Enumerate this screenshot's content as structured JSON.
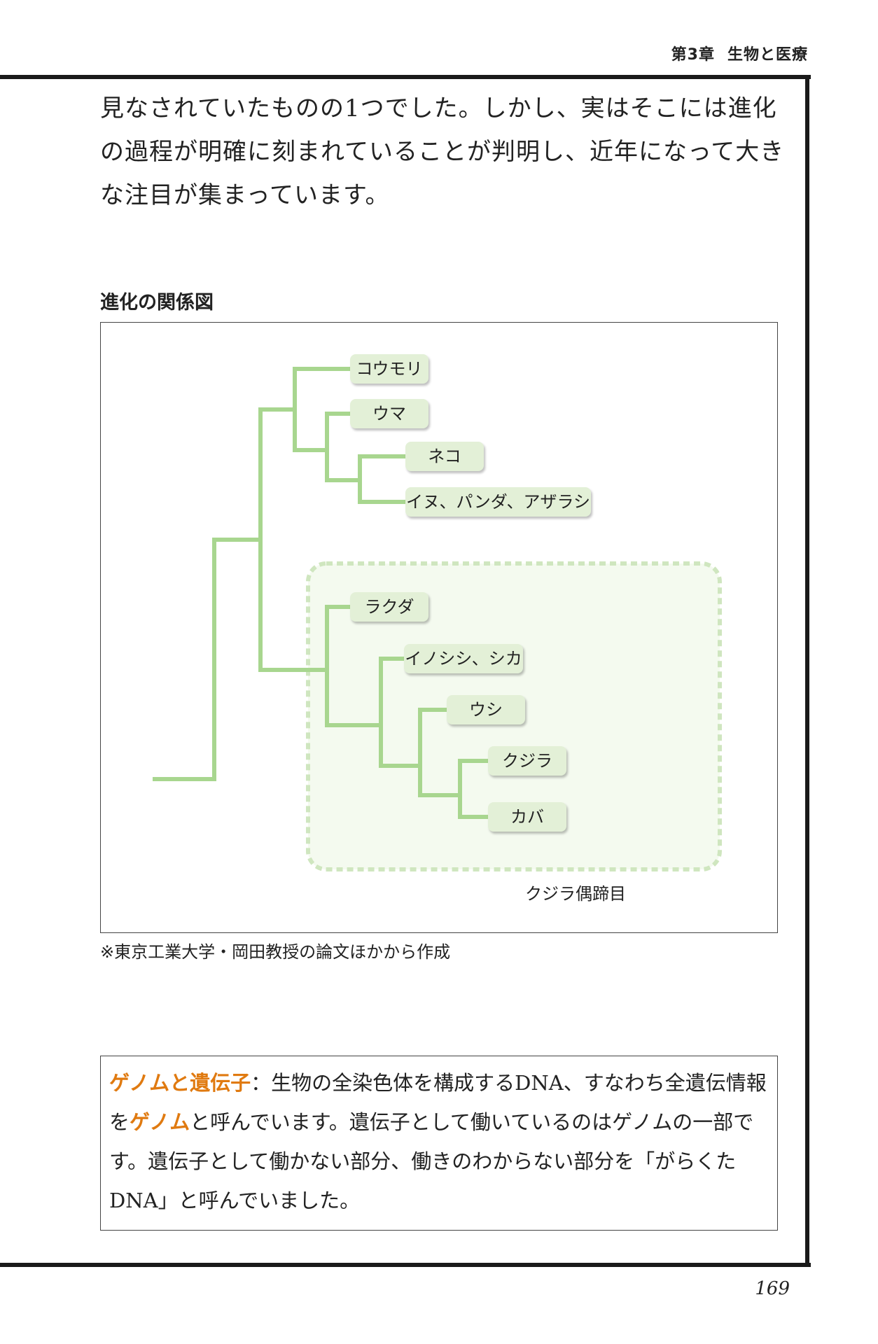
{
  "header": {
    "chapter": "第3章",
    "title": "生物と医療"
  },
  "body_text": "見なされていたものの1つでした。しかし、実はそこには進化の過程が明確に刻まれていることが判明し、近年になって大きな注目が集まっています。",
  "section_title": "進化の関係図",
  "diagram": {
    "nodes": [
      "コウモリ",
      "ウマ",
      "ネコ",
      "イヌ、パンダ、アザラシ",
      "ラクダ",
      "イノシシ、シカ",
      "ウシ",
      "クジラ",
      "カバ"
    ],
    "group_label": "クジラ偶蹄目",
    "colors": {
      "branch": "#a8d68f",
      "node_fill": "#e3f0d7",
      "group_border": "#cfe6bf"
    }
  },
  "source_note": "※東京工業大学・岡田教授の論文ほかから作成",
  "glossary": {
    "term": "ゲノムと遺伝子",
    "colon": "：",
    "part1": "生物の全染色体を構成するDNA、すなわち全遺伝情報を",
    "term_inline": "ゲノム",
    "part2": "と呼んでいます。遺伝子として働いているのはゲノムの一部です。遺伝子として働かない部分、働きのわからない部分を「がらくたDNA」と呼んでいました。",
    "accent_color": "#e07a10"
  },
  "page_number": "169"
}
